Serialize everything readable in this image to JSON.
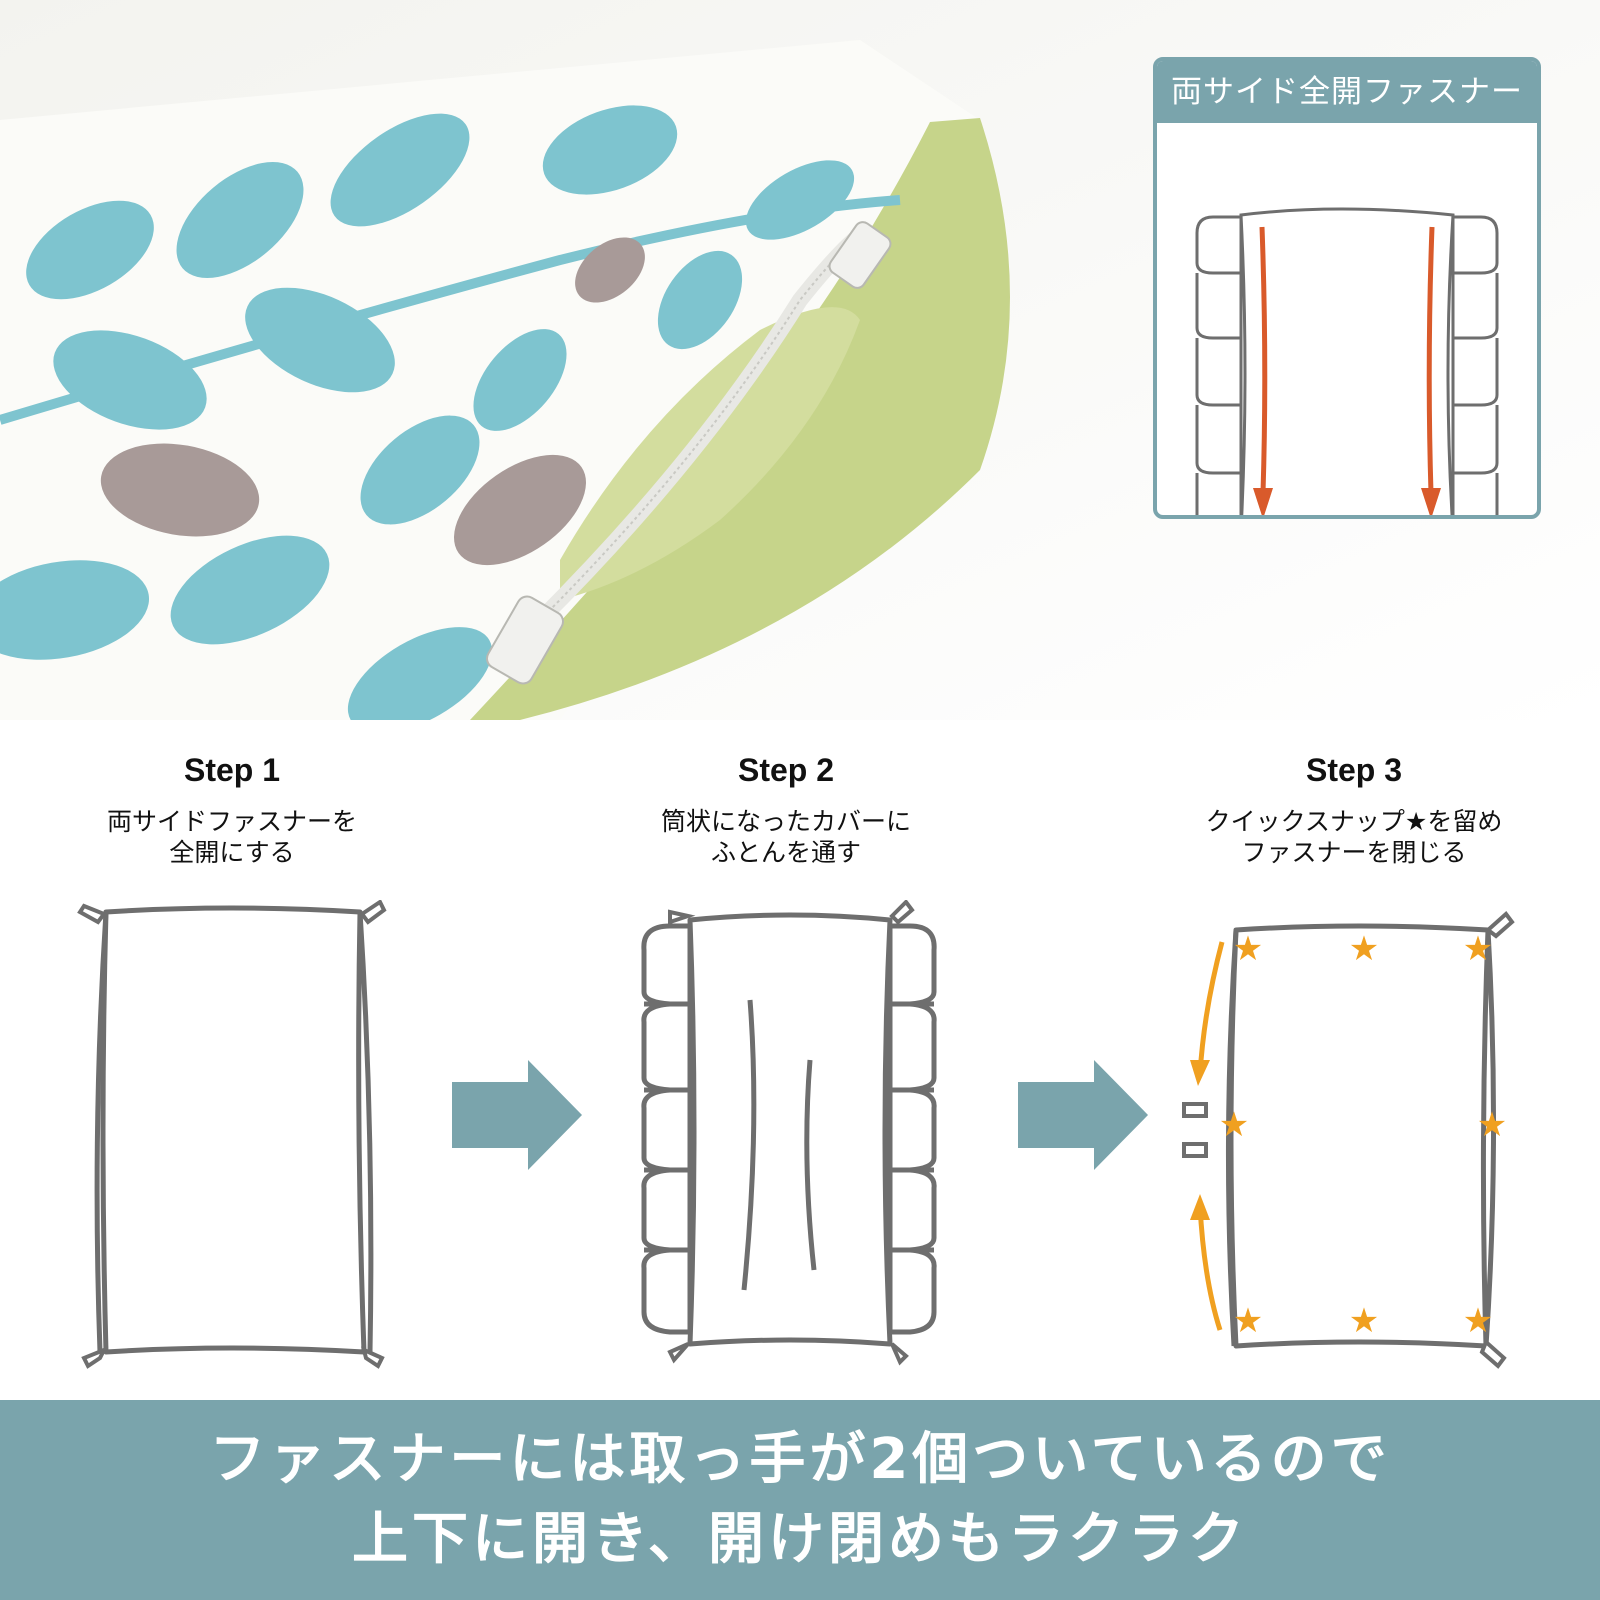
{
  "inset": {
    "title": "両サイド全開ファスナー"
  },
  "steps": [
    {
      "title": "Step 1",
      "desc_line1": "両サイドファスナーを",
      "desc_line2": "全開にする"
    },
    {
      "title": "Step 2",
      "desc_line1": "筒状になったカバーに",
      "desc_line2": "ふとんを通す"
    },
    {
      "title": "Step 3",
      "desc_line1": "クイックスナップ★を留め",
      "desc_line2": "ファスナーを閉じる"
    }
  ],
  "banner": {
    "line1": "ファスナーには取っ手が2個ついているので",
    "line2": "上下に開き、開け閉めもラクラク"
  },
  "colors": {
    "accent": "#7aa4ac",
    "zip_arrow": "#d95a2b",
    "star": "#f0a020",
    "leaf_blue": "#7ec4cf",
    "leaf_gray": "#a89a98",
    "lining_green": "#c6d48a",
    "line_gray": "#6e6e6e"
  },
  "icons": [
    "arrow-right-icon",
    "star-icon",
    "zipper-icon"
  ]
}
